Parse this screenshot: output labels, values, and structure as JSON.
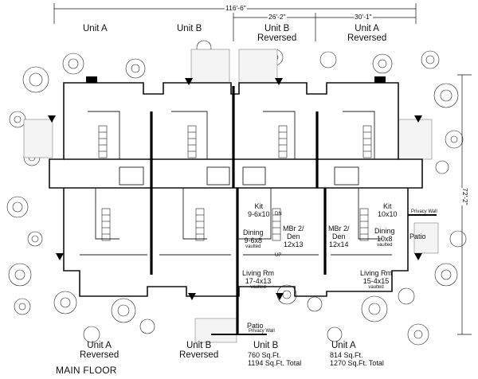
{
  "dimensions": {
    "overall_width": "116'-6\"",
    "unit_b_width": "26'-2\"",
    "unit_a_width": "30'-1\"",
    "depth": "72'-2\""
  },
  "top_labels": {
    "unit_a": [
      "Unit A"
    ],
    "unit_b": [
      "Unit B"
    ],
    "unit_b_rev": [
      "Unit B",
      "Reversed"
    ],
    "unit_a_rev": [
      "Unit A",
      "Reversed"
    ]
  },
  "bottom_labels": {
    "unit_a_rev": [
      "Unit A",
      "Reversed"
    ],
    "unit_b_rev": [
      "Unit B",
      "Reversed"
    ],
    "unit_b": [
      "Unit B"
    ],
    "unit_a": [
      "Unit A"
    ]
  },
  "sqft": {
    "unit_b": [
      "760 Sq.Ft.",
      "1194 Sq.Ft. Total"
    ],
    "unit_a": [
      "814 Sq.Ft.",
      "1270 Sq.Ft. Total"
    ]
  },
  "rooms": {
    "kit_b": [
      "Kit",
      "9-6x10"
    ],
    "dining_b": [
      "Dining",
      "9-6x8",
      "vaulted"
    ],
    "mbr_b": [
      "MBr 2/",
      "Den",
      "12x13"
    ],
    "living_b": [
      "Living Rm",
      "17-4x13",
      "vaulted"
    ],
    "mbr_a": [
      "MBr 2/",
      "Den",
      "12x14"
    ],
    "kit_a": [
      "Kit",
      "10x10"
    ],
    "dining_a": [
      "Dining",
      "10x8",
      "vaulted"
    ],
    "living_a": [
      "Living Rm",
      "15-4x15",
      "vaulted"
    ],
    "patio_right": [
      "Patio"
    ],
    "patio_bottom": [
      "Patio"
    ]
  },
  "notes": {
    "privacy_wall_right": "Privacy Wall",
    "privacy_wall_bottom": "Privacy Wall",
    "dn": "DN",
    "up": "UP"
  },
  "caption": "MAIN FLOOR"
}
